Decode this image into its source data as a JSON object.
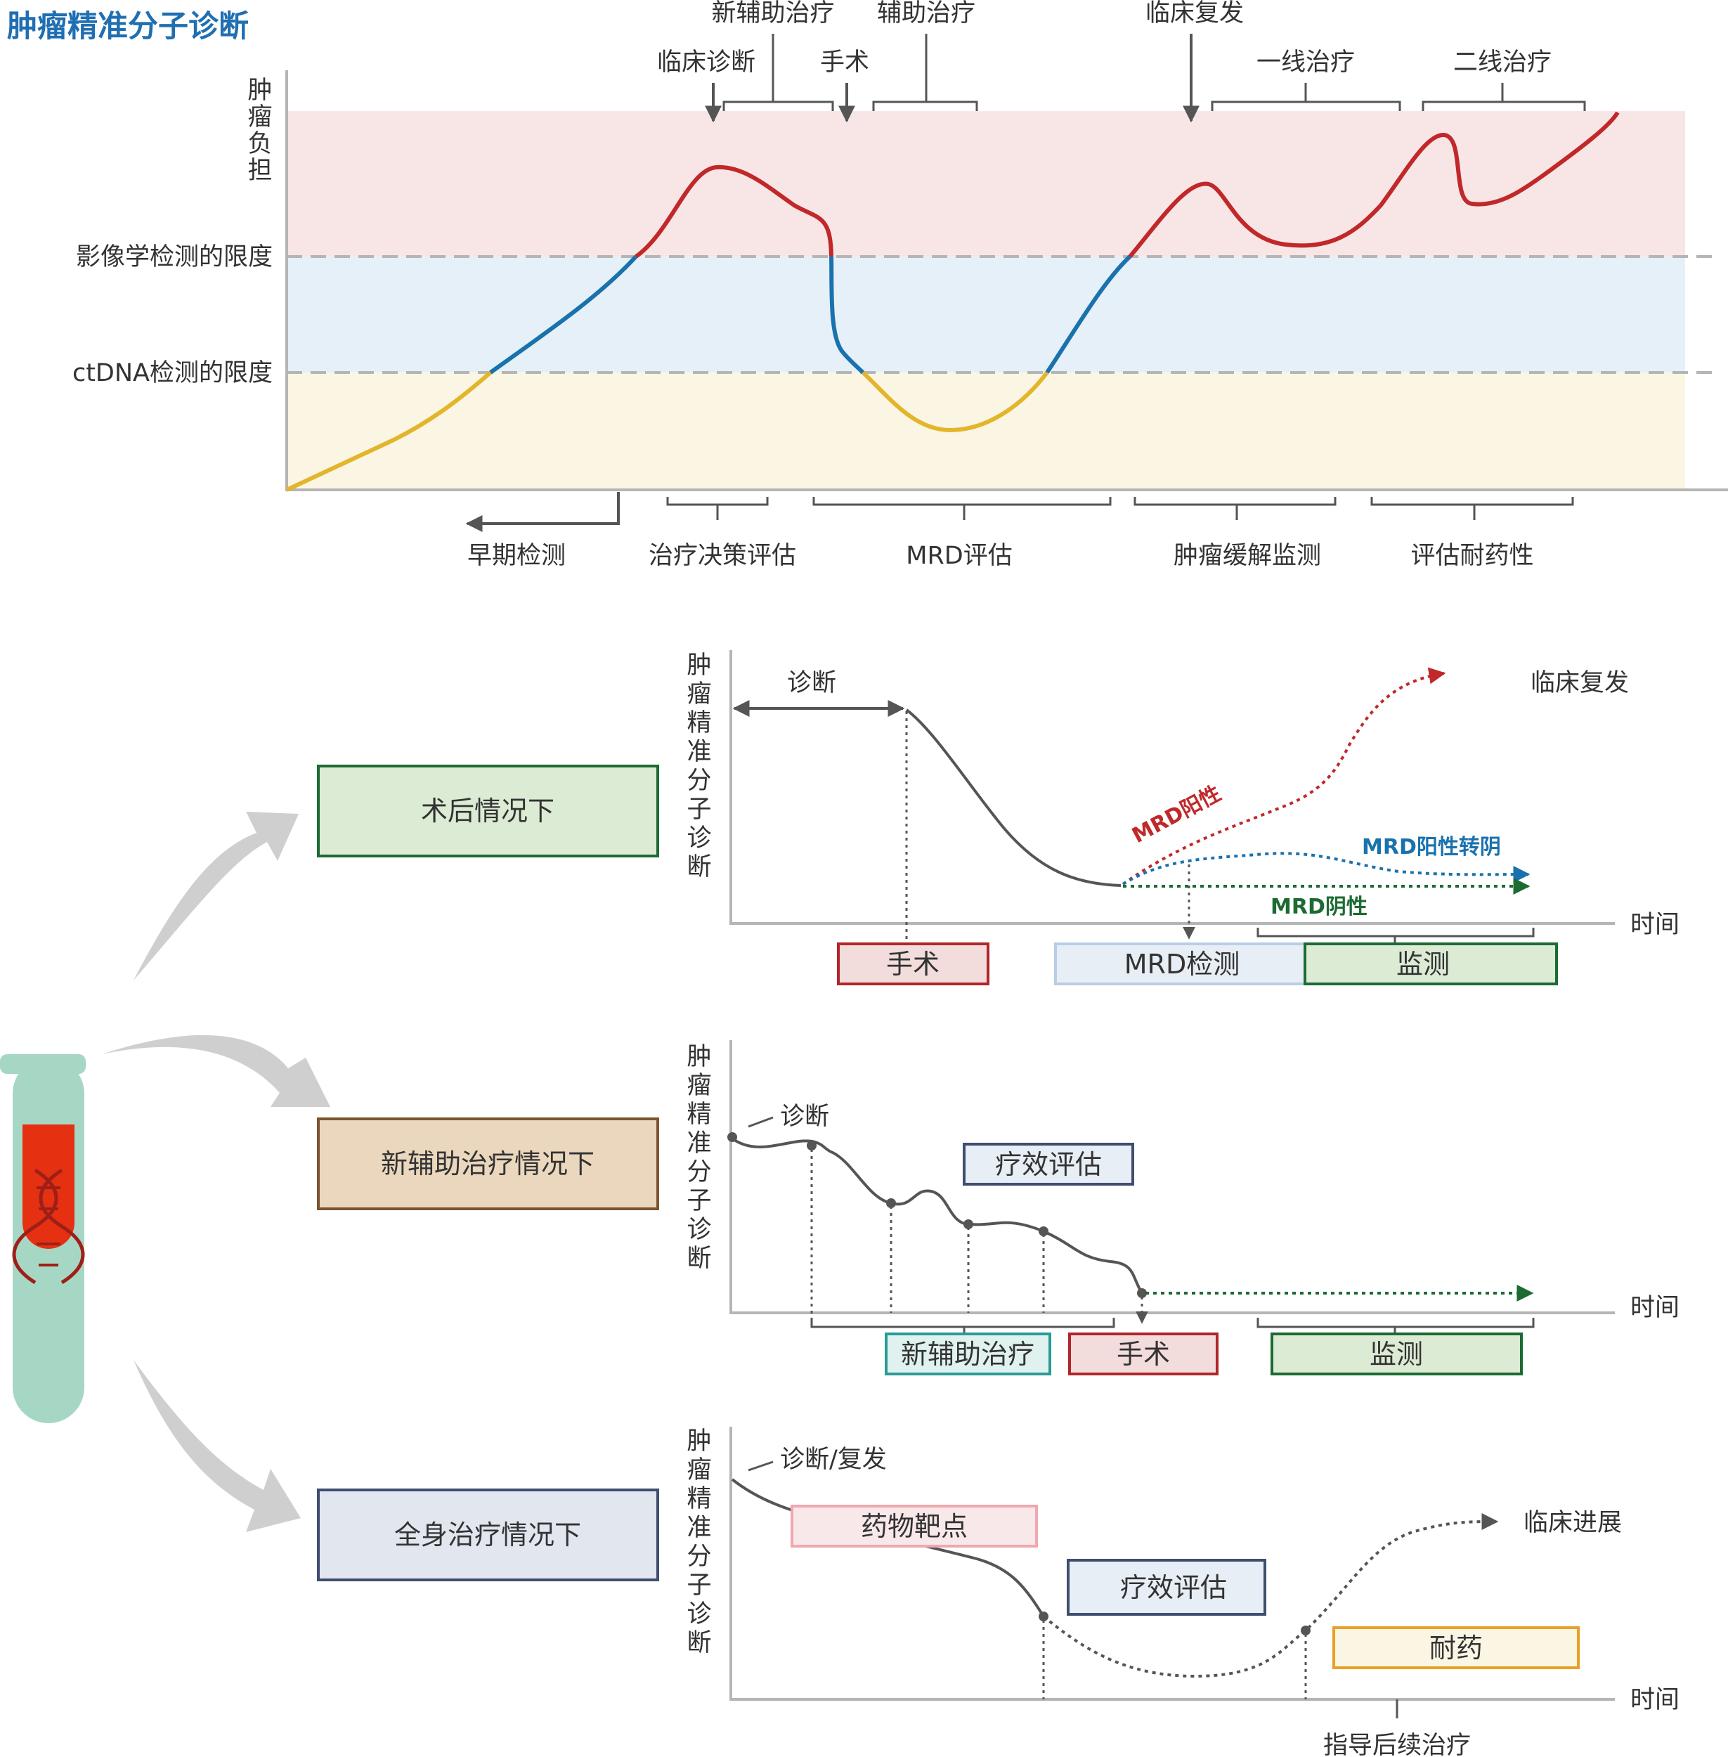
{
  "title": "肿瘤精准分子诊断",
  "colors": {
    "red": "#c0282a",
    "blue": "#1a72ad",
    "yellow": "#e3b52a",
    "green": "#1c6b33",
    "gray": "#555555",
    "band_red": "#f8e6e6",
    "band_blue": "#e6f0f8",
    "band_yellow": "#fbf6e4"
  },
  "top": {
    "y_axis_label": [
      "肿",
      "瘤",
      "负",
      "担"
    ],
    "thresholds": [
      "影像学检测的限度",
      "ctDNA检测的限度"
    ],
    "phases_top": [
      "新辅助治疗",
      "辅助治疗",
      "临床复发",
      "临床诊断",
      "手术",
      "一线治疗",
      "二线治疗"
    ],
    "phases_bottom": [
      "早期检测",
      "治疗决策评估",
      "MRD评估",
      "肿瘤缓解监测",
      "评估耐药性"
    ]
  },
  "left": {
    "scenarios": [
      "术后情况下",
      "新辅助治疗情况下",
      "全身治疗情况下"
    ]
  },
  "chart1": {
    "y_axis_label": [
      "肿",
      "瘤",
      "精",
      "准",
      "分",
      "子",
      "诊",
      "断"
    ],
    "time": "时间",
    "diagnosis": "诊断",
    "relapse": "临床复发",
    "mrd_pos": "MRD阳性",
    "mrd_conv": "MRD阳性转阴",
    "mrd_neg": "MRD阴性",
    "boxes": [
      "手术",
      "MRD检测",
      "监测"
    ]
  },
  "chart2": {
    "y_axis_label": [
      "肿",
      "瘤",
      "精",
      "准",
      "分",
      "子",
      "诊",
      "断"
    ],
    "time": "时间",
    "diagnosis": "诊断",
    "boxes": [
      "疗效评估",
      "新辅助治疗",
      "手术",
      "监测"
    ]
  },
  "chart3": {
    "y_axis_label": [
      "肿",
      "瘤",
      "精",
      "准",
      "分",
      "子",
      "诊",
      "断"
    ],
    "time": "时间",
    "diagnosis": "诊断/复发",
    "progress": "临床进展",
    "guide": "指导后续治疗",
    "boxes": [
      "药物靶点",
      "疗效评估",
      "耐药"
    ]
  }
}
